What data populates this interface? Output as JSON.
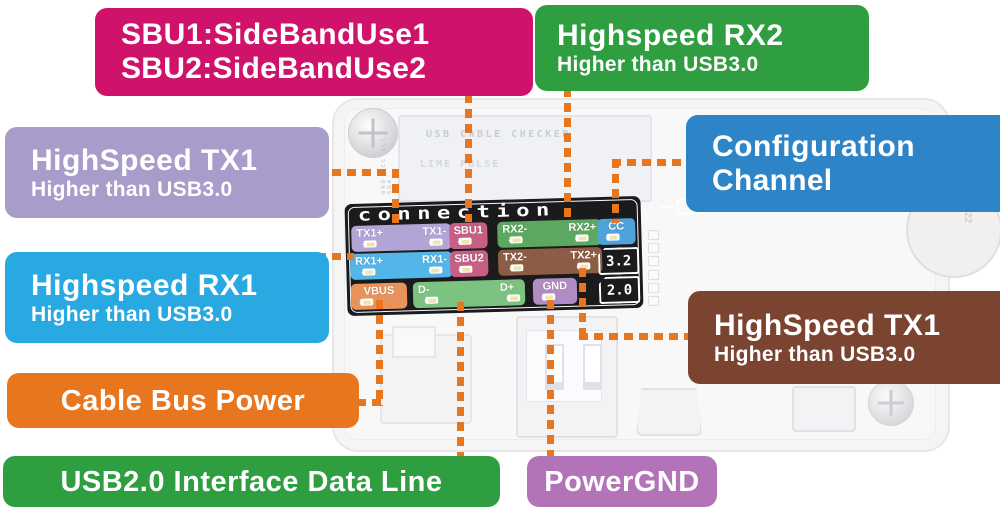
{
  "annotations": {
    "sbu": {
      "line1": "SBU1:SideBandUse1",
      "line2": "SBU2:SideBandUse2"
    },
    "rx2": {
      "line1": "Highspeed RX2",
      "line2": "Higher than USB3.0"
    },
    "tx1": {
      "line1": "HighSpeed TX1",
      "line2": "Higher than USB3.0"
    },
    "config": {
      "line1": "Configuration",
      "line2": "Channel"
    },
    "rx1": {
      "line1": "Highspeed RX1",
      "line2": "Higher than USB3.0"
    },
    "tx2": {
      "line1": "HighSpeed TX1",
      "line2": "Higher than USB3.0"
    },
    "vbus": {
      "line1": "Cable Bus Power"
    },
    "usb2": {
      "line1": "USB2.0 Interface Data Line"
    },
    "gnd": {
      "line1": "PowerGND"
    }
  },
  "device": {
    "display": {
      "line1": "USB CABLE CHECKER",
      "line2": "LIME PULSE",
      "pin_labels": "GND VCC SCL SDA"
    },
    "battery_marking": "22",
    "panel": {
      "title": "connection",
      "plug_icon": "❮",
      "usb32_badge": "3.2",
      "usb20_badge": "2.0",
      "pins": {
        "tx1p": "TX1+",
        "tx1m": "TX1-",
        "sbu1": "SBU1",
        "rx2m": "RX2-",
        "rx2p": "RX2+",
        "cc": "CC",
        "rx1p": "RX1+",
        "rx1m": "RX1-",
        "sbu2": "SBU2",
        "tx2m": "TX2-",
        "tx2p": "TX2+",
        "vbus": "VBUS",
        "dm": "D-",
        "dp": "D+",
        "gnd": "GND"
      }
    }
  },
  "colors": {
    "accent": "#e8761f",
    "magenta": "#d0136a",
    "green": "#2f9e41",
    "lavender": "#a89cca",
    "config_blue": "#2d84c6",
    "sky_blue": "#29a9e1",
    "brown": "#7a4430",
    "purple": "#b273b8",
    "panel_bg": "#1b1b1d",
    "pin_tx1": "#b2a5d6",
    "pin_rx1": "#53b5e8",
    "pin_sbu": "#c75f84",
    "pin_rx2": "#5ca861",
    "pin_tx2": "#8c5c44",
    "pin_cc": "#4fa2da",
    "pin_vbus": "#e8935c",
    "pin_d": "#7cc281",
    "pin_gnd": "#b08cc4"
  }
}
